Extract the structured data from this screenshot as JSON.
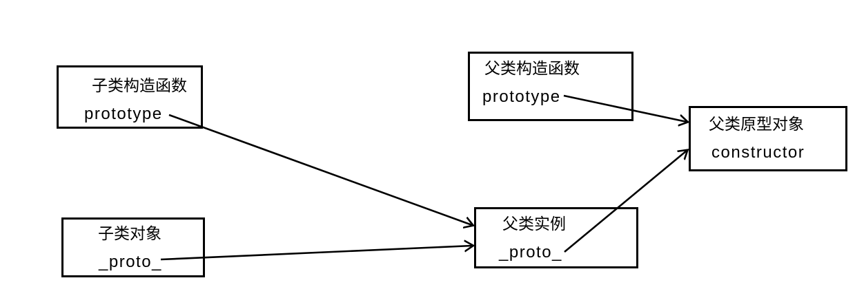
{
  "diagram": {
    "colors": {
      "background": "#ffffff",
      "stroke": "#000000",
      "text": "#000000"
    },
    "boxes": [
      {
        "name": "child-constructor",
        "line1": "子类构造函数",
        "line2": "prototype"
      },
      {
        "name": "parent-constructor",
        "line1": "父类构造函数",
        "line2": "prototype"
      },
      {
        "name": "parent-prototype-object",
        "line1": "父类原型对象",
        "line2": "constructor"
      },
      {
        "name": "parent-instance",
        "line1": "父类实例",
        "line2": "_proto_"
      },
      {
        "name": "child-object",
        "line1": "子类对象",
        "line2": "_proto_"
      }
    ],
    "arrows": [
      {
        "from": "子类构造函数.prototype",
        "to": "父类实例"
      },
      {
        "from": "父类构造函数.prototype",
        "to": "父类原型对象"
      },
      {
        "from": "父类实例._proto_",
        "to": "父类原型对象"
      },
      {
        "from": "子类对象._proto_",
        "to": "父类实例"
      }
    ]
  }
}
